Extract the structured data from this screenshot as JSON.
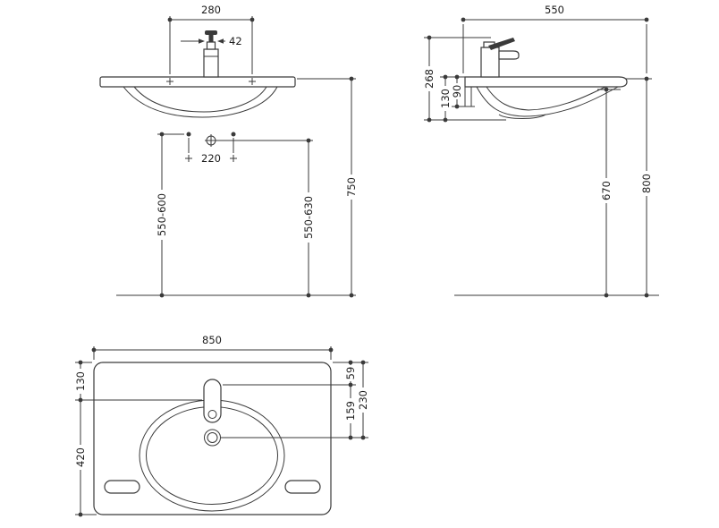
{
  "colors": {
    "background": "#ffffff",
    "line": "#3a3a3a",
    "text": "#1c1c1c"
  },
  "dims": {
    "front": {
      "tap_spacing": "280",
      "tap_width": "42",
      "hole_spacing": "220",
      "mount_height": "550-600",
      "drain_height": "550-630",
      "rim_height": "750"
    },
    "side": {
      "depth": "550",
      "overall_height": "268",
      "apron_height": "130",
      "bracket_height": "90",
      "underside_height": "670",
      "rim_height": "800"
    },
    "top": {
      "width": "850",
      "back_to_tap": "59",
      "ledge_depth": "130",
      "tap_to_drain": "159",
      "back_to_drain": "230",
      "bowl_depth": "420"
    }
  }
}
